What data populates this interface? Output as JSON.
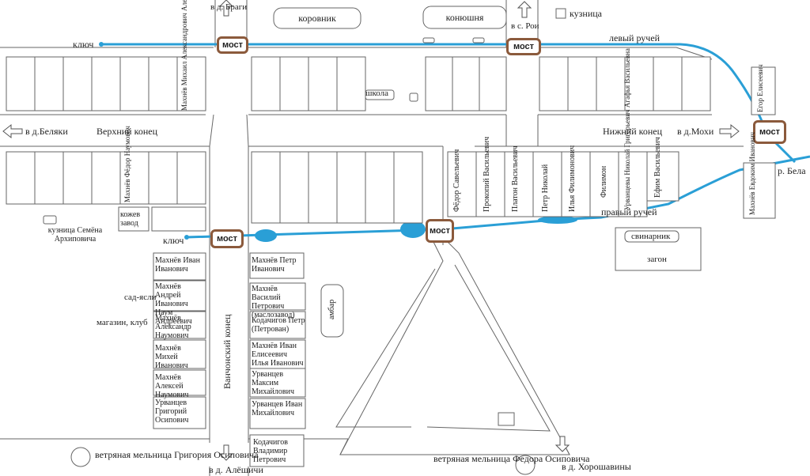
{
  "map": {
    "colors": {
      "stream": "#2a9fd6",
      "bridge_border": "#8b5a3c",
      "lines": "#666666"
    },
    "farm_buildings": {
      "cowshed": "коровник",
      "stable": "конюшня"
    },
    "smithy": "кузница",
    "directions": {
      "bragi": "в д. Браги",
      "roi": "в с. Рои",
      "belyaki": "в д.Беляки",
      "mokhi": "в д.Мохи",
      "alyoshichi": "в д. Алёшичи",
      "khoroshaviny": "в д. Хорошавины"
    },
    "streams": {
      "left": "левый ручей",
      "right": "правый ручей",
      "river": "р. Бела",
      "spring": "ключ"
    },
    "bridge_label": "мост",
    "areas": {
      "upper_end": "Верхний конец",
      "lower_end": "Нижний конец",
      "vanchonsky_end": "Ванчонский конец"
    },
    "school": "школа",
    "tannery": "кожев завод",
    "smithy_semyon": "кузница Семёна Архиповича",
    "kindergarten": "сад-ясли",
    "shop_club": "магазин, клуб",
    "pigsty": "свинарник",
    "pen": "загон",
    "barn": "амбар",
    "windmill_grigory": "ветряная мельница Григория Осиповича",
    "windmill_fyodor": "ветряная мельница Федора Осиповича",
    "vertical_names": {
      "makhnevy_top": "Махнёв Михаил Александрович Александр Михайлович",
      "egor": "Егор Елисеевич",
      "fyodor_naumovich": "Махнёв Фёдор Наумович",
      "fyodor_savelevich": "Фёдор Савельевич",
      "prokopy": "Прокопий Васильевич",
      "platon": "Платон Васильевич",
      "pyotr_nikolay": "Петр Николай",
      "ilya": "Илья Филимонович",
      "filimon": "Филимон",
      "urvantsevy": "Урванцевы Николай Григорьевич Агафья Васильевна",
      "efim": "Ефим Васильевич",
      "evdokim": "Махнёв Евдоким Иванович"
    },
    "houses_left": [
      "Махнёв Иван Иванович",
      "Махнёв Андрей Иванович Наум Андреевич",
      "Махнёв Александр Наумович",
      "Махнёв Михей Иванович",
      "Махнёв Алексей Наумович",
      "Урванцев Григорий Осипович"
    ],
    "houses_right": [
      "Махнёв Петр Иванович",
      "Махнёв Василий Петрович (маслозавод)",
      "Кодачигов Петр (Петрован)",
      "Махнёв Иван Елисеевич Илья Иванович",
      "Урванцев Максим Михайлович",
      "Урванцев Иван Михайлович",
      "Кодачигов Владимир Петрович"
    ]
  }
}
